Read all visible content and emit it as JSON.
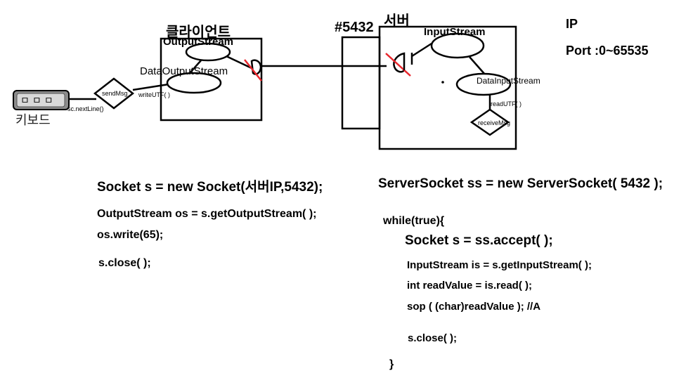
{
  "client": {
    "title": "클라이언트",
    "output_stream": "OutputStream",
    "data_output_stream": "DataOutputStream",
    "write_method": "writeUTF( )",
    "send_msg": "sendMsg",
    "next_line": "sc.nextLine()",
    "keyboard_label": "키보드",
    "keyboard_keys": "ㅁㅁㅁ"
  },
  "server": {
    "port_label": "#5432",
    "title": "서버",
    "input_stream": "InputStream",
    "data_input_stream": "DataInputStream",
    "read_method": "readUTF( )",
    "receive_msg": "receiveMsg"
  },
  "info": {
    "ip": "IP",
    "port": "Port :0~65535"
  },
  "client_code": {
    "line1": "Socket s  =  new Socket(서버IP,5432);",
    "line2": "OutputStream os = s.getOutputStream( );",
    "line3": "os.write(65);",
    "line4": "s.close( );"
  },
  "server_code": {
    "line1": "ServerSocket ss = new ServerSocket( 5432  );",
    "line2": "while(true){",
    "line3": "Socket s =  ss.accept( );",
    "line4": "InputStream is = s.getInputStream( );",
    "line5": "int readValue = is.read( );",
    "line6": "sop ( (char)readValue ); //A",
    "line7": "s.close( );",
    "line8": "}"
  },
  "colors": {
    "ink": "#000000",
    "strike": "#e8262c",
    "keyboard_fill": "#8c8c8c"
  }
}
